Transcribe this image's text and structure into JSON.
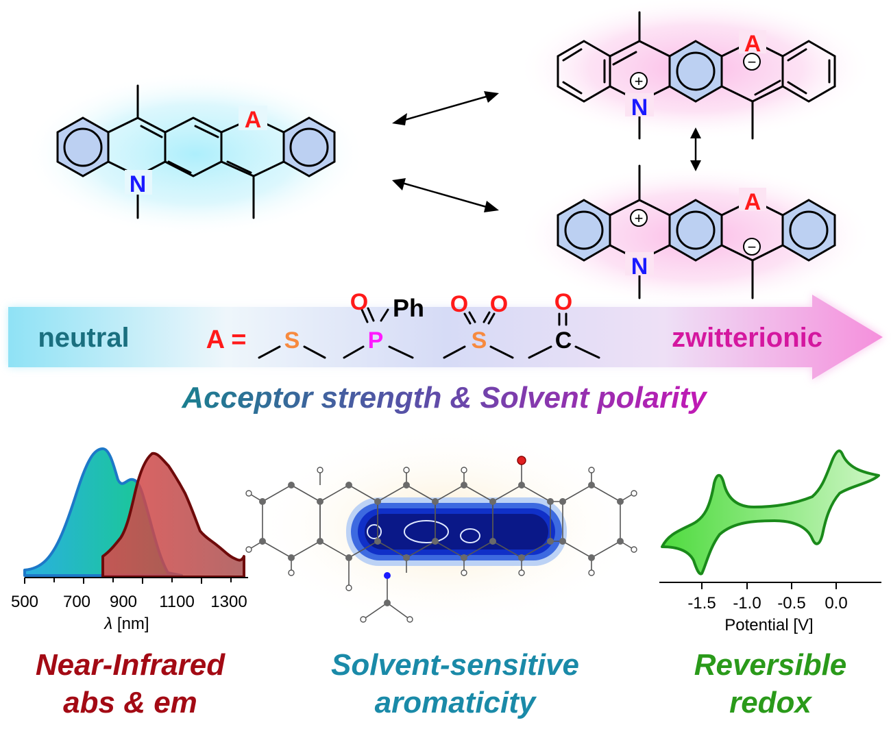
{
  "atoms": {
    "acceptor": "A",
    "nitrogen": "N",
    "plus": "+",
    "minus": "−"
  },
  "scale": {
    "neutral": "neutral",
    "zwitterionic": "zwitterionic",
    "a_equals": "A =",
    "sulfide": "S",
    "phosphorus": "P",
    "phenyl": "Ph",
    "sulfone": "S",
    "carbon": "C",
    "oxygen": "O",
    "caption": "Acceptor strength & Solvent polarity"
  },
  "spectrum": {
    "ticks": [
      "500",
      "700",
      "900",
      "1100",
      "1300"
    ],
    "xlabel_symbol": "λ",
    "xlabel_unit": " [nm]"
  },
  "cv": {
    "ticks": [
      "-1.5",
      "-1.0",
      "-0.5",
      "0.0"
    ],
    "xlabel": "Potential [V]"
  },
  "captions": {
    "nir_line1": "Near-Infrared",
    "nir_line2": "abs & em",
    "aroma_line1": "Solvent-sensitive",
    "aroma_line2": "aromaticity",
    "redox_line1": "Reversible",
    "redox_line2": "redox"
  },
  "colors": {
    "ring_fill": "#bcd0f2",
    "acceptor": "#ff1a1a",
    "nitrogen": "#1a1aff",
    "sulfur": "#f78a3f",
    "phosphorus": "#ff1aff",
    "neutral_text": "#1a6f7f",
    "zwitter_text": "#d4179f",
    "nir_text": "#a30a14",
    "aroma_text": "#1a8aa8",
    "redox_text": "#2a9a1a"
  }
}
